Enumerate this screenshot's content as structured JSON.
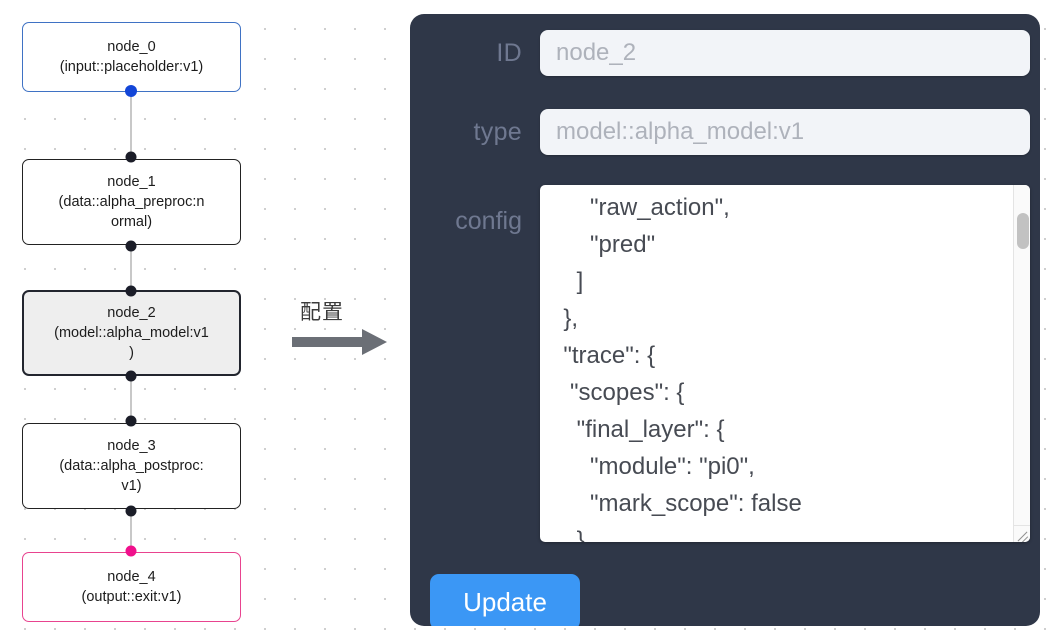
{
  "graph": {
    "nodes": [
      {
        "id": "node_0",
        "type_line": "(input::placeholder:v1)",
        "label_line1": "node_0",
        "label_line2": "(input::placeholder:v1)",
        "role": "input",
        "border_color": "#3f72c4"
      },
      {
        "id": "node_1",
        "label_line1": "node_1",
        "label_line2": "(data::alpha_preproc:n",
        "label_line3": "ormal)",
        "role": "default",
        "border_color": "#222222"
      },
      {
        "id": "node_2",
        "label_line1": "node_2",
        "label_line2": "(model::alpha_model:v1",
        "label_line3": ")",
        "role": "selected",
        "border_color": "#22252e",
        "fill_color": "#eeeeee"
      },
      {
        "id": "node_3",
        "label_line1": "node_3",
        "label_line2": "(data::alpha_postproc:",
        "label_line3": "v1)",
        "role": "default",
        "border_color": "#222222"
      },
      {
        "id": "node_4",
        "label_line1": "node_4",
        "label_line2": "(output::exit:v1)",
        "role": "output",
        "border_color": "#e8438f"
      }
    ],
    "port_colors": {
      "default": "#1b1d28",
      "input": "#1346d8",
      "output": "#f0108c"
    },
    "edge_color": "#c8c8c8"
  },
  "arrow": {
    "caption": "配置",
    "color": "#6b6f76"
  },
  "panel": {
    "background_color": "#2f3748",
    "fields": {
      "id": {
        "label": "ID",
        "value": "node_2"
      },
      "type": {
        "label": "type",
        "value": "model::alpha_model:v1"
      },
      "config": {
        "label": "config",
        "value": "      \"raw_action\",\n      \"pred\"\n    ]\n  },\n  \"trace\": {\n   \"scopes\": {\n    \"final_layer\": {\n      \"module\": \"pi0\",\n      \"mark_scope\": false\n    },\n    \"action_model\": {"
      }
    },
    "update_button": {
      "label": "Update",
      "color": "#3b97f5"
    },
    "scrollbar": {
      "thumb_color": "#c2c2c2"
    }
  }
}
